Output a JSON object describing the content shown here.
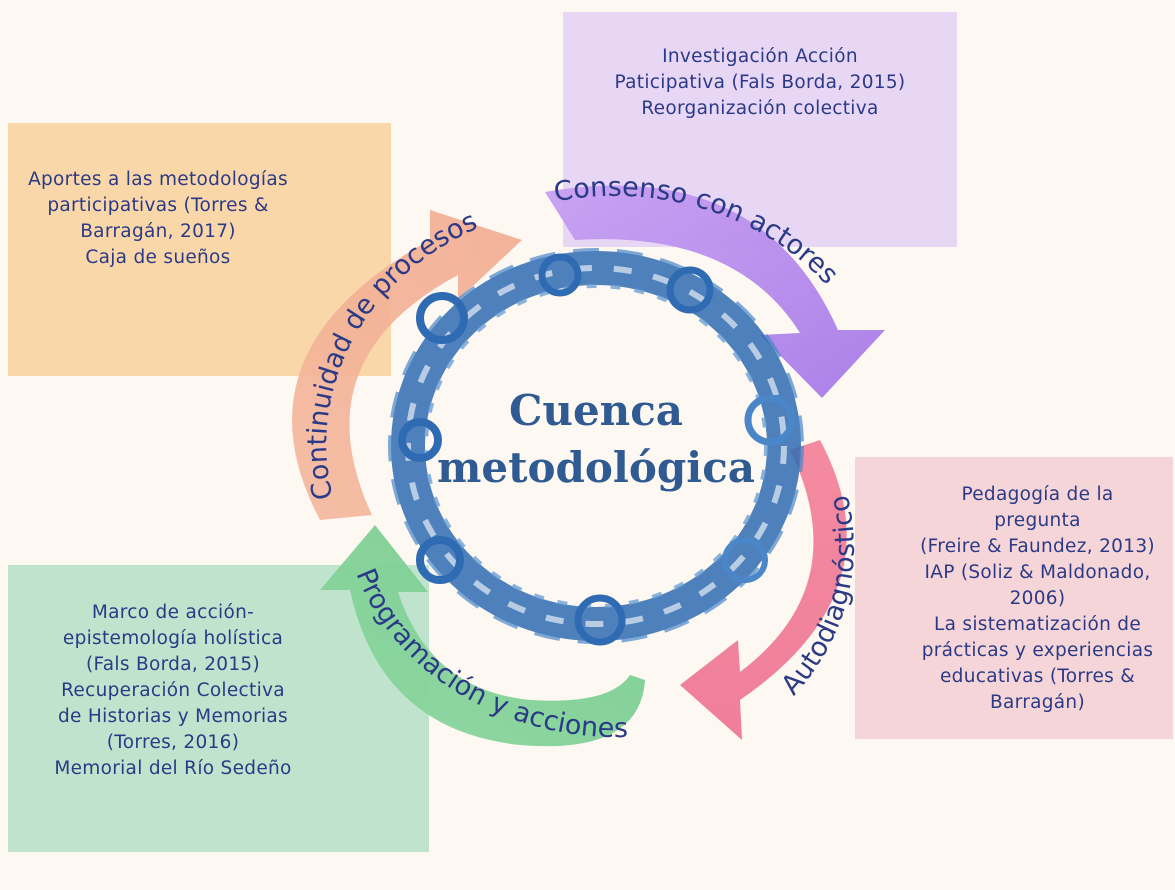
{
  "center": {
    "line1": "Cuenca",
    "line2": "metodológica"
  },
  "arcs": {
    "consenso": "Consenso con actores",
    "autodiagnostico": "Autodiagnóstico",
    "programacion": "Programación y acciones",
    "continuidad": "Continuidad de procesos"
  },
  "boxes": {
    "purple": [
      "Investigación Acción",
      "Paticipativa (Fals Borda, 2015)",
      "Reorganización colectiva"
    ],
    "orange": [
      "Aportes a las metodologías",
      "participativas (Torres &",
      "Barragán, 2017)",
      "Caja de sueños"
    ],
    "pink": [
      "Pedagogía de la",
      "pregunta",
      "(Freire & Faundez, 2013)",
      "IAP (Soliz & Maldonado,",
      "2006)",
      "La sistematización de",
      "prácticas y experiencias",
      "educativas (Torres &",
      "Barragán)"
    ],
    "green": [
      "Marco de acción-",
      "epistemología holística",
      "(Fals Borda, 2015)",
      "Recuperación Colectiva",
      "de Historias y Memorias",
      "(Torres, 2016)",
      "Memorial del Río Sedeño"
    ]
  },
  "colors": {
    "purple_box": "#e8d6f5",
    "orange_box": "#f9d7a9",
    "pink_box": "#f6d5d8",
    "green_box": "#bfe3cc",
    "purple_arrow": "#b688ec",
    "pink_arrow": "#f0718c",
    "green_arrow": "#7ccf94",
    "orange_arrow": "#f4b99a",
    "text": "#2b3a86",
    "ring": "#3a7abf"
  }
}
